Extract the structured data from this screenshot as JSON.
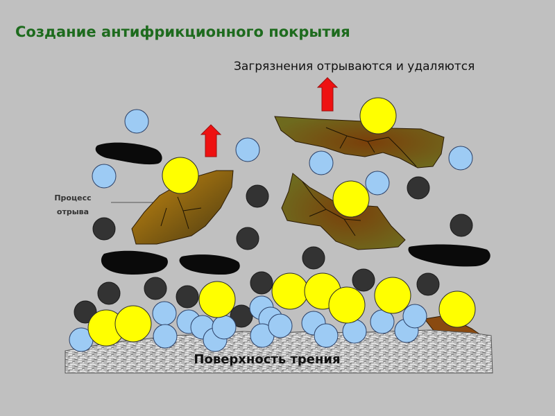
{
  "title": "Создание антифрикционного покрытия",
  "caption": "Загрязнения отрываются и удаляются",
  "side_label": {
    "line1": "Процесс",
    "line2": "отрыва"
  },
  "surface_label": "Поверхность трения",
  "colors": {
    "background": "#c0c0c0",
    "title": "#1e6b1e",
    "yellow_particle": "#ffff00",
    "blue_particle": "#9dcbf4",
    "dark_particle": "#333333",
    "black_flake": "#0a0a0a",
    "contaminant": "#7a5514",
    "arrow": "#ee1111"
  }
}
